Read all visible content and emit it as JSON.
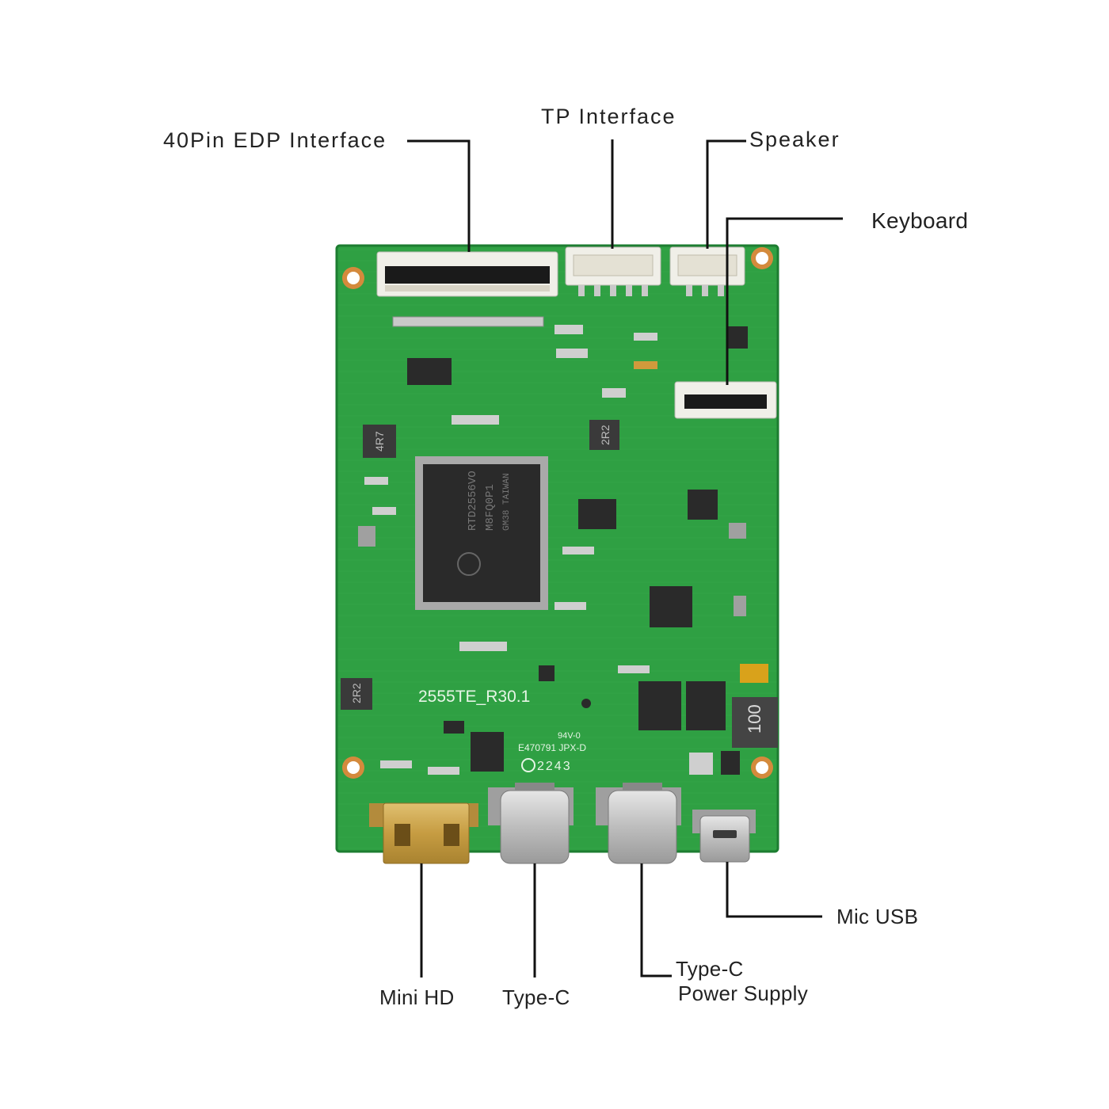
{
  "labels": {
    "edp": "40Pin EDP Interface",
    "tp": "TP Interface",
    "speaker": "Speaker",
    "keyboard": "Keyboard",
    "mini_hd": "Mini HD",
    "type_c": "Type-C",
    "type_c_power_line1": "Type-C",
    "type_c_power_line2": "Power Supply",
    "mic_usb": "Mic USB"
  },
  "board": {
    "model_marking": "2555TE_R30.1",
    "chip_marking_1": "RTD2556VO",
    "chip_marking_2": "M8FQ0P1",
    "chip_marking_3": "GM38 TAIWAN",
    "inductor_marking": "100",
    "ul_marking_1": "94V-0",
    "ul_marking_2": "E470791 JPX-D",
    "date_code": "2243",
    "inductor_small_1": "4R7",
    "inductor_small_2": "2R2",
    "inductor_small_3": "2R2"
  },
  "colors": {
    "pcb": "#2fa043",
    "pcb_dark": "#1f8a35",
    "connector_white": "#f0efe8",
    "metal": "#c9c9c9",
    "gold": "#c8a24a",
    "chip": "#2a2a2a",
    "leader": "#111111"
  }
}
